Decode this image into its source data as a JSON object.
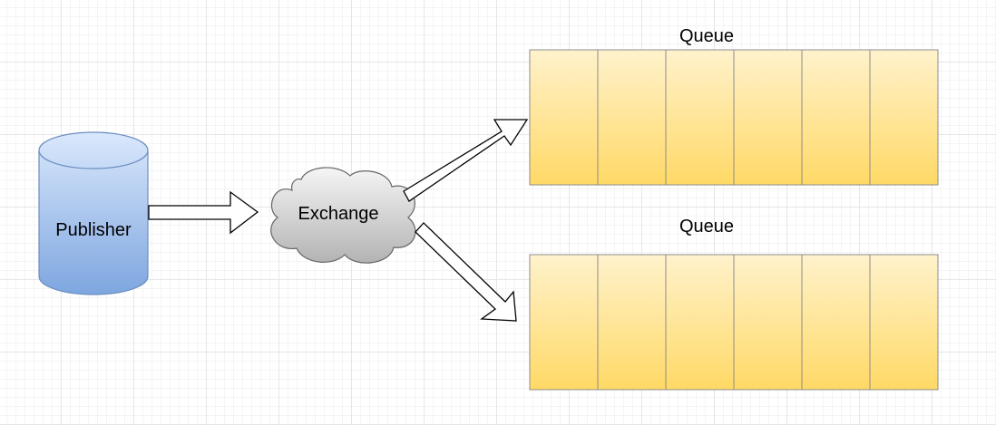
{
  "publisher": {
    "label": "Publisher",
    "fill_top": "#dae8fc",
    "fill_bottom": "#7ea6e0",
    "stroke": "#6c8ebf"
  },
  "exchange": {
    "label": "Exchange",
    "fill_top": "#f5f5f5",
    "fill_bottom": "#b3b3b3",
    "stroke": "#666666"
  },
  "queues": [
    {
      "label": "Queue",
      "cell_count": 6
    },
    {
      "label": "Queue",
      "cell_count": 6
    }
  ],
  "queue_style": {
    "fill_top": "#fff2cc",
    "fill_bottom": "#ffd966",
    "stroke": "#8c8c8c"
  },
  "arrow_style": {
    "fill": "#ffffff",
    "stroke": "#000000"
  }
}
